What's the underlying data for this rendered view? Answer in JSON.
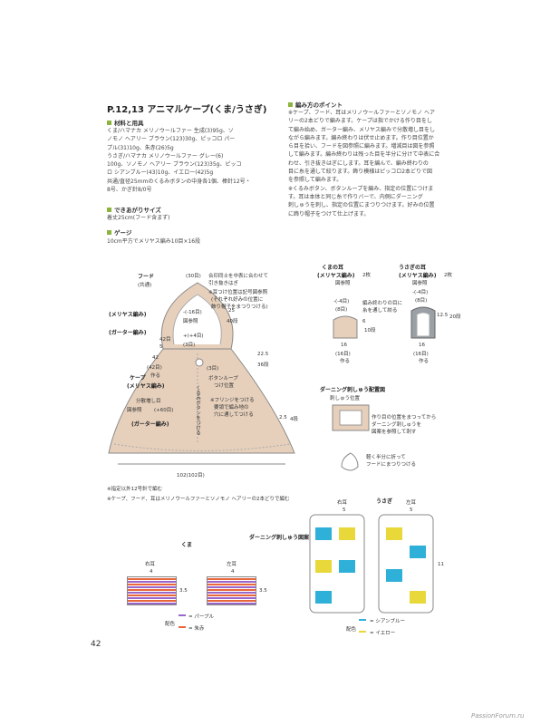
{
  "title": "P.12,13 アニマルケープ(くま/うさぎ)",
  "materials": {
    "header": "材料と用具",
    "lines": [
      "くま/ハマナカ メリノウールファー 生成(3)95g、ソ",
      "ノモノ ヘアリー ブラウン(123)30g、ピッコロ パー",
      "プル(31)10g、朱赤(26)5g",
      "うさぎ/ハマナカ メリノウールファー グレー(6)",
      "100g、ソノモノ ヘアリー ブラウン(123)35g、ピッコ",
      "ロ シアンブルー(43)10g、イエロー(42)5g",
      "共通/直径25mmのくるみボタンの中身各1個、棒針12号・",
      "8号、かぎ針8/0号"
    ]
  },
  "size": {
    "header": "できあがりサイズ",
    "text": "着丈25cm(フード含まず)"
  },
  "gauge": {
    "header": "ゲージ",
    "text": "10cm平方でメリヤス編み10目×16段"
  },
  "points": {
    "header": "編み方のポイント",
    "lines": [
      "※ケープ、フード、耳はメリノウールファーとソノモノ ヘア",
      "リーの2本どりで編みます。ケープは指でかける作り目をし",
      "て編み始め、ガーター編み、メリヤス編みで分散増し目をし",
      "ながら編みます。編み終わりは伏せ止めます。作り目位置か",
      "ら目を拾い、フードを図参照に編みます。増減目は図を参照",
      "して編みます。編み終わりは残った目を半分に分けて中表に合",
      "わせ、引き抜きはぎにします。耳を編んで、編み終わりの",
      "目に糸を通して絞ります。飾り模様はピッコロ2本どりで図",
      "を参照して編みます。",
      "※くるみボタン、ボタンループを編み、指定の位置につけま",
      "す。耳は本体と同じ糸で作りバーで、内側にダーニング",
      "刺しゅうを刺し、指定の位置にまつりつけます。好みの位置",
      "に飾り帽子をつけて仕上げます。"
    ]
  },
  "hood": {
    "label": "フード",
    "sub": "(共通)",
    "top": "(30目)",
    "m16": "-(-16目)",
    "ref": "図参照",
    "p4": "+(+4目)",
    "s3": "(3目)",
    "n25": "25",
    "n40": "40段",
    "n42": "42目",
    "n5": "5",
    "note1": "合印同士を中表に合わせて",
    "note2": "引き抜きはぎ",
    "note3": "※耳つけ位置は記号図参照",
    "note4": "(それぞれ好みの位置に",
    "note5": "飾り帽子をまつりつける)"
  },
  "labels": {
    "stockinette": "(メリヤス編み)",
    "garter": "(ガーター編み)",
    "cape": "ケープ",
    "cape_st": "(メリヤス編み)",
    "make42": "(42目)",
    "tsukuru": "作る",
    "make42b": "42",
    "bunsan": "分散増し目",
    "plus60": "(+60目)",
    "ref": "図参照",
    "garter2": "(ガーター編み)",
    "s3b": "(3目)",
    "loop": "ボタンループ",
    "loop2": "つけ位置",
    "fringe1": "※フリンジをつける",
    "fringe2": "要領で編み地の",
    "fringe3": "穴に通してつける",
    "button": "くるみボタンをつける",
    "n22_5": "22.5",
    "n36": "36段",
    "n2_5": "2.5",
    "n4": "4段",
    "bottom": "102(102目)",
    "note_a": "※指定以外12号針で編む",
    "note_b": "※ケープ、フード、耳はメリノウールファーとソノモノ ヘアリーの2本どりで編む"
  },
  "bear_ear": {
    "title": "くまの耳",
    "sub": "(メリヤス編み)",
    "count": "2枚",
    "ref": "図参照",
    "m4": "-(-4目)",
    "s8": "(8目)",
    "note1": "編み終わりの目に",
    "note2": "糸を通して絞る",
    "n6": "6",
    "n10": "10段",
    "w16": "16",
    "w16b": "(16目)",
    "make": "作る"
  },
  "rabbit_ear": {
    "title": "うさぎの耳",
    "sub": "(メリヤス編み)",
    "count": "2枚",
    "ref": "図参照",
    "m4": "-(-4目)",
    "s8": "(8目)",
    "n12_5": "12.5",
    "n20": "20段",
    "w16": "16",
    "w16b": "(16目)",
    "make": "作る"
  },
  "darning": {
    "title": "ダーニング刺しゅう配置図",
    "pos": "刺しゅう位置",
    "note1": "作り目の位置をまつってから",
    "note2": "ダーニング刺しゅうを",
    "note3": "図案を参照して刺す",
    "note4": "軽く半分に折って",
    "note5": "フードにまつりつける",
    "pattern": "ダーニング刺しゅう図案"
  },
  "bear_chart": {
    "title": "くま",
    "right": "右耳",
    "left": "左耳",
    "w4": "4",
    "h3_5": "3.5",
    "legend_label": "配色",
    "legend1": "= パープル",
    "legend2": "= 朱赤",
    "c1": "#9966cc",
    "c2": "#e8663a"
  },
  "rabbit_chart": {
    "title": "うさぎ",
    "right": "右耳",
    "left": "左耳",
    "w5": "5",
    "h11": "11",
    "legend_label": "配色",
    "legend1": "= シアンブルー",
    "legend2": "= イエロー",
    "c1": "#2fb0d8",
    "c2": "#e8d83a"
  },
  "page_number": "42",
  "watermark": "PassionForum.ru",
  "colors": {
    "accent": "#8cb43c",
    "fabric": "#e6d0bc",
    "fabric_edge": "#888888"
  }
}
